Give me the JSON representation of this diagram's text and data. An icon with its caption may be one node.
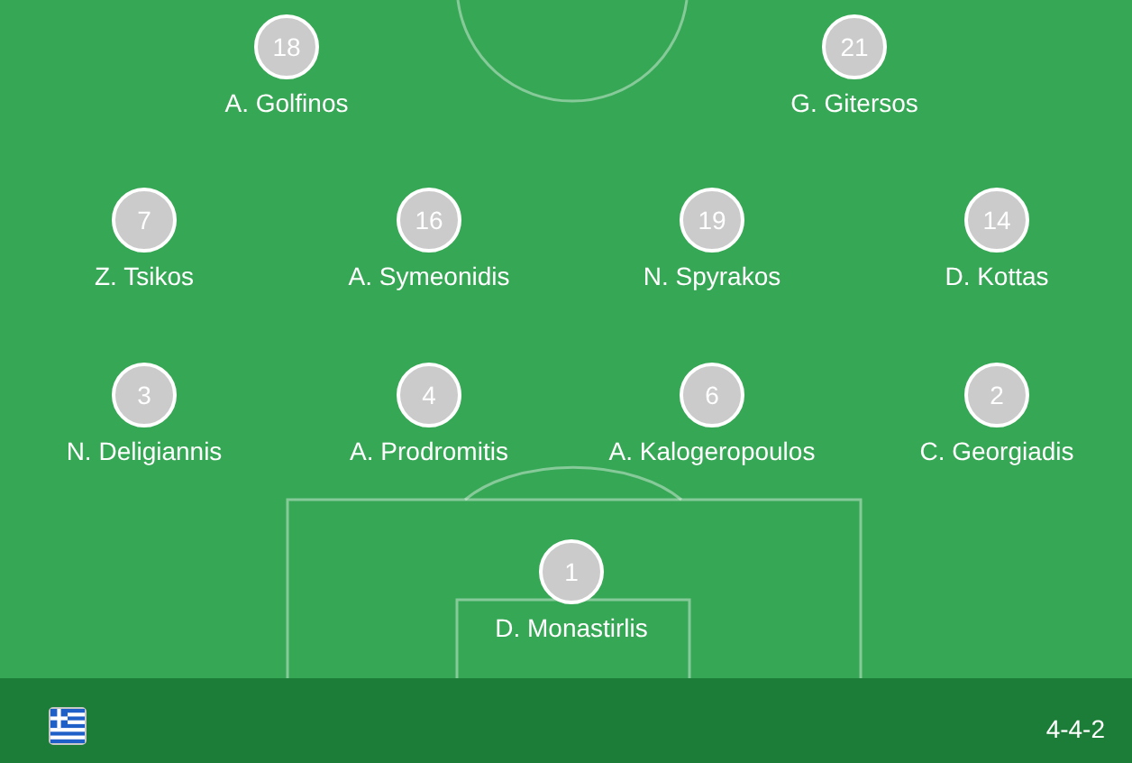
{
  "diagram": {
    "nodes": [
      {
        "text": [
          "18"
        ],
        "beside": [
          "A. Golfinos"
        ]
      },
      {
        "text": [
          "21"
        ],
        "beside": [
          "G. Gitersos"
        ]
      },
      {
        "text": [
          "7"
        ],
        "beside": [
          "Z. Tsikos"
        ]
      },
      {
        "text": [
          "16"
        ],
        "beside": [
          "A. Symeonidis"
        ]
      },
      {
        "text": [
          "19"
        ],
        "beside": [
          "N. Spyrakos"
        ]
      },
      {
        "text": [
          "14"
        ],
        "beside": [
          "D. Kottas"
        ]
      },
      {
        "text": [
          "3"
        ],
        "beside": [
          "N. Deligiannis"
        ]
      },
      {
        "text": [
          "4"
        ],
        "beside": [
          "A. Prodromitis"
        ]
      },
      {
        "text": [
          "6"
        ],
        "beside": [
          "A. Kalogeropoulos"
        ]
      },
      {
        "text": [
          "2"
        ],
        "beside": [
          "C. Georgiadis"
        ]
      },
      {
        "text": [
          "1"
        ],
        "beside": [
          "D. Monastirlis"
        ]
      }
    ],
    "labels": [
      "4-4-2"
    ]
  }
}
